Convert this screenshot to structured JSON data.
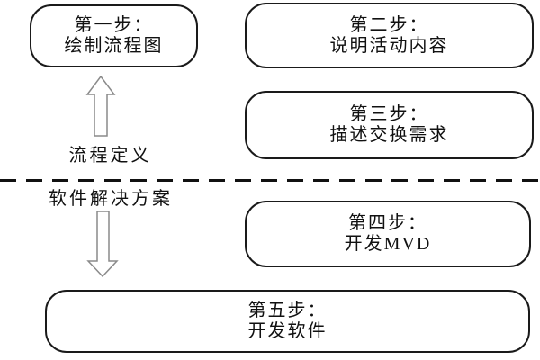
{
  "diagram": {
    "steps": [
      {
        "id": "step-1",
        "line1": "第一步：",
        "line2": "绘制流程图"
      },
      {
        "id": "step-2",
        "line1": "第二步：",
        "line2": "说明活动内容"
      },
      {
        "id": "step-3",
        "line1": "第三步：",
        "line2": "描述交换需求"
      },
      {
        "id": "step-4",
        "line1": "第四步：",
        "line2": "开发MVD"
      },
      {
        "id": "step-5",
        "line1": "第五步：",
        "line2": "开发软件"
      }
    ],
    "labels": {
      "upper_zone": "流程定义",
      "lower_zone": "软件解决方案"
    },
    "icons": {
      "up_arrow": "arrow-up-outline",
      "down_arrow": "arrow-down-outline"
    },
    "colors": {
      "background": "#ffffff",
      "box_border": "#1a1a1a",
      "text": "#111111",
      "arrow_outline": "#8a8a8a",
      "arrow_fill": "#ffffff",
      "divider": "#111111"
    }
  }
}
